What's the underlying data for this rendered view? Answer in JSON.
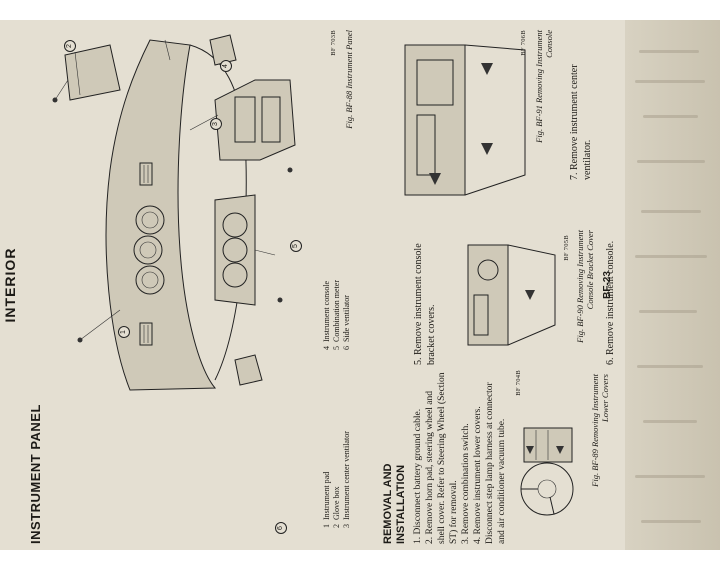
{
  "header": {
    "title": "INTERIOR",
    "page_number": "BF-23"
  },
  "section": {
    "title": "INSTRUMENT PANEL",
    "legend": [
      {
        "num": "1",
        "label": "Instrument pad"
      },
      {
        "num": "2",
        "label": "Glove box"
      },
      {
        "num": "3",
        "label": "Instrument center ventilator"
      },
      {
        "num": "4",
        "label": "Instrument console"
      },
      {
        "num": "5",
        "label": "Combination meter"
      },
      {
        "num": "6",
        "label": "Side ventilator"
      }
    ]
  },
  "fig88": {
    "code": "BF 703B",
    "caption": "Fig. BF-88 Instrument Panel"
  },
  "removal": {
    "title_line1": "REMOVAL AND",
    "title_line2": "INSTALLATION",
    "steps": [
      "1. Disconnect battery ground cable.",
      "2. Remove horn pad, steering wheel and shell cover. Refer to Steering Wheel (Section ST) for removal.",
      "3. Remove combination switch.",
      "4. Remove instrument lower covers. Disconnect step lamp harness at connector and air conditioner vacuum tube."
    ]
  },
  "fig89": {
    "code": "BF 704B",
    "caption_line1": "Fig. BF-89 Removing Instrument",
    "caption_line2": "Lower Covers"
  },
  "step5": "5. Remove instrument console bracket covers.",
  "fig90": {
    "code": "BF 705B",
    "caption_line1": "Fig. BF-90 Removing Instrument",
    "caption_line2": "Console Bracket Cover"
  },
  "step6": "6. Remove instrument console.",
  "fig91": {
    "code": "BF 706B",
    "caption_line1": "Fig. BF-91 Removing Instrument",
    "caption_line2": "Console"
  },
  "step7": "7. Remove instrument center ventilator."
}
